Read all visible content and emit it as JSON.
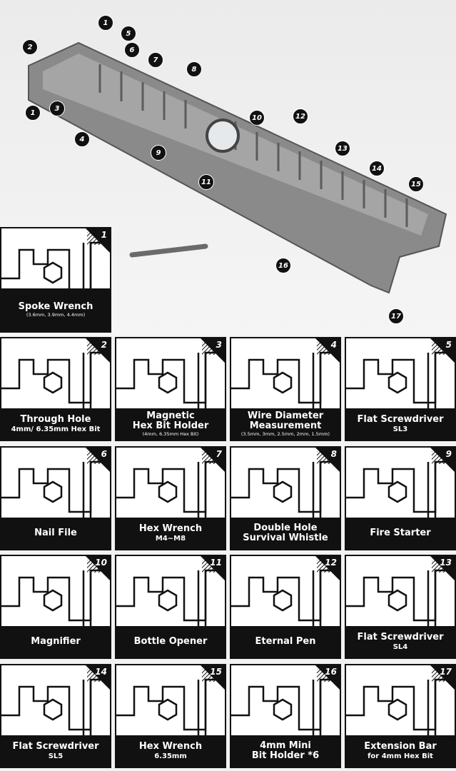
{
  "callouts": [
    "1",
    "2",
    "5",
    "6",
    "7",
    "8",
    "3",
    "1",
    "4",
    "10",
    "12",
    "9",
    "13",
    "14",
    "11",
    "15",
    "16",
    "17"
  ],
  "cards": [
    {
      "num": "1",
      "title": [
        "Spoke Wrench"
      ],
      "sub": "(3.6mm, 3.9mm, 4.4mm)",
      "small": true
    },
    {
      "num": "2",
      "title": [
        "Through Hole"
      ],
      "sub": "4mm/ 6.35mm Hex Bit",
      "small": false
    },
    {
      "num": "3",
      "title": [
        "Magnetic",
        "Hex Bit Holder"
      ],
      "sub": "(4mm, 6.35mm Hex Bit)",
      "small": true
    },
    {
      "num": "4",
      "title": [
        "Wire Diameter",
        "Measurement"
      ],
      "sub": "(3.5mm, 3mm, 2.5mm, 2mm, 1.5mm)",
      "small": true
    },
    {
      "num": "5",
      "title": [
        "Flat Screwdriver"
      ],
      "sub": "SL3",
      "small": false
    },
    {
      "num": "6",
      "title": [
        "Nail File"
      ],
      "sub": "",
      "small": false
    },
    {
      "num": "7",
      "title": [
        "Hex Wrench"
      ],
      "sub": "M4~M8",
      "small": false
    },
    {
      "num": "8",
      "title": [
        "Double Hole",
        "Survival Whistle"
      ],
      "sub": "",
      "small": false
    },
    {
      "num": "9",
      "title": [
        "Fire Starter"
      ],
      "sub": "",
      "small": false
    },
    {
      "num": "10",
      "title": [
        "Magnifier"
      ],
      "sub": "",
      "small": false
    },
    {
      "num": "11",
      "title": [
        "Bottle Opener"
      ],
      "sub": "",
      "small": false
    },
    {
      "num": "12",
      "title": [
        "Eternal Pen"
      ],
      "sub": "",
      "small": false
    },
    {
      "num": "13",
      "title": [
        "Flat Screwdriver"
      ],
      "sub": "SL4",
      "small": false
    },
    {
      "num": "14",
      "title": [
        "Flat Screwdriver"
      ],
      "sub": "SL5",
      "small": false
    },
    {
      "num": "15",
      "title": [
        "Hex Wrench"
      ],
      "sub": "6.35mm",
      "small": false
    },
    {
      "num": "16",
      "title": [
        "4mm Mini",
        "Bit Holder *6"
      ],
      "sub": "",
      "small": false
    },
    {
      "num": "17",
      "title": [
        "Extension Bar"
      ],
      "sub": "for 4mm Hex Bit",
      "small": false
    }
  ]
}
